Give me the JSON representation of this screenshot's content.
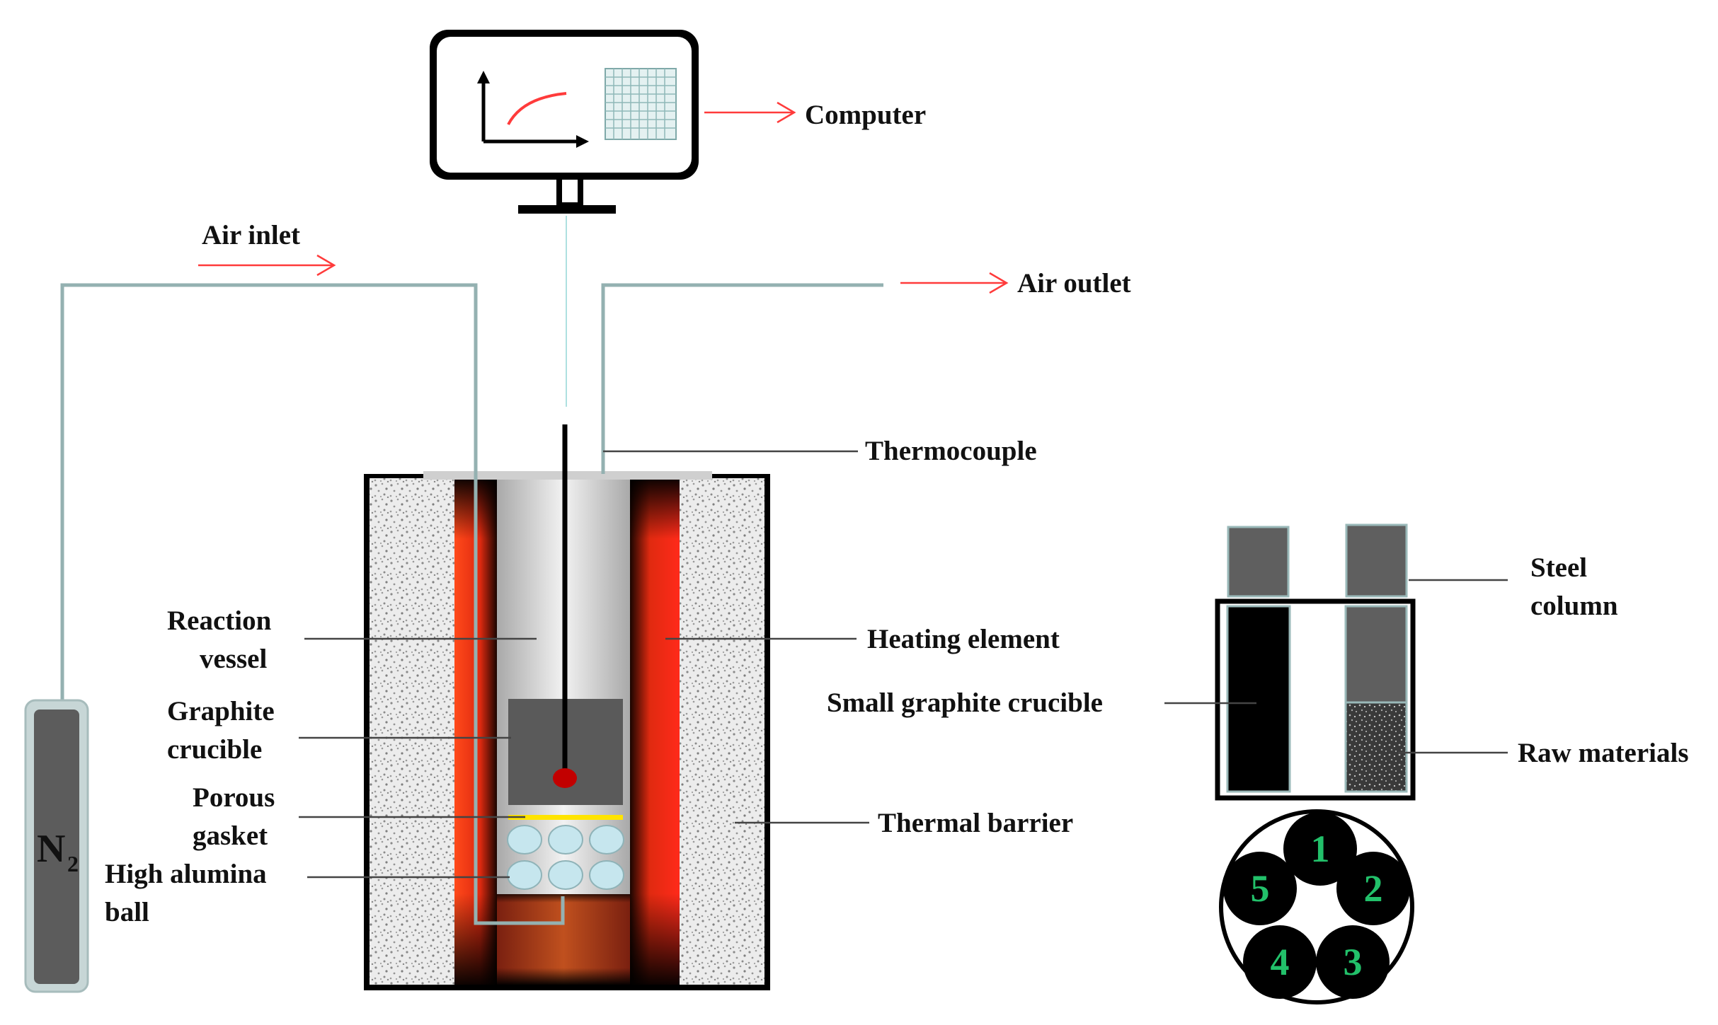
{
  "labels": {
    "computer": "Computer",
    "air_inlet": "Air inlet",
    "air_outlet": "Air outlet",
    "thermocouple": "Thermocouple",
    "reaction_vessel_1": "Reaction",
    "reaction_vessel_2": "vessel",
    "graphite_crucible_1": "Graphite",
    "graphite_crucible_2": "crucible",
    "porous_gasket_1": "Porous",
    "porous_gasket_2": "gasket",
    "high_alumina_ball_1": "High alumina",
    "high_alumina_ball_2": "ball",
    "heating_element": "Heating element",
    "thermal_barrier": "Thermal barrier",
    "small_graphite_crucible": "Small graphite crucible",
    "steel_column_1": "Steel",
    "steel_column_2": "column",
    "raw_materials": "Raw materials",
    "n2_main": "N",
    "n2_sub": "2"
  },
  "crucible_numbers": [
    "1",
    "2",
    "3",
    "4",
    "5"
  ],
  "colors": {
    "arrow": "#ff3b3b",
    "pipe": "#94b1b1",
    "graphite": "#5a5a5a",
    "number": "#22c06a",
    "furnace_outline": "#000000"
  }
}
